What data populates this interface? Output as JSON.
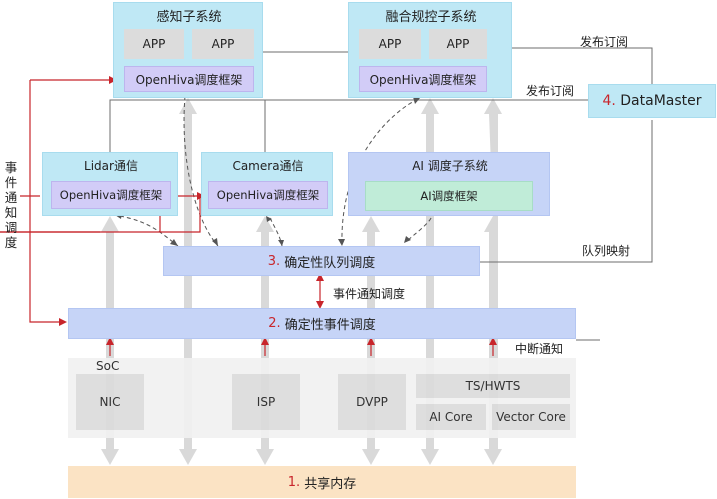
{
  "perception": {
    "title": "感知子系统",
    "app1": "APP",
    "app2": "APP",
    "framework": "OpenHiva调度框架"
  },
  "fusion": {
    "title": "融合规控子系统",
    "app1": "APP",
    "app2": "APP",
    "framework": "OpenHiva调度框架"
  },
  "lidar": {
    "title": "Lidar通信",
    "framework": "OpenHiva调度框架"
  },
  "camera": {
    "title": "Camera通信",
    "framework": "OpenHiva调度框架"
  },
  "ai": {
    "title": "AI 调度子系统",
    "framework": "AI调度框架"
  },
  "datamaster": {
    "number": "4.",
    "label": "DataMaster"
  },
  "queue": {
    "number": "3.",
    "label": "确定性队列调度"
  },
  "event": {
    "number": "2.",
    "label": "确定性事件调度"
  },
  "memory": {
    "number": "1.",
    "label": "共享内存"
  },
  "soc": {
    "label": "SoC",
    "nic": "NIC",
    "isp": "ISP",
    "dvpp": "DVPP",
    "ts": "TS/HWTS",
    "aicore": "AI Core",
    "vectorcore": "Vector Core"
  },
  "annotations": {
    "pubsub_top": "发布订阅",
    "pubsub_mid": "发布订阅",
    "queue_mapping": "队列映射",
    "event_notify_sched": "事件通知调度",
    "interrupt_notify": "中断通知",
    "event_notify_vertical": [
      "事",
      "件",
      "通",
      "知",
      "调",
      "度"
    ]
  },
  "colors": {
    "accent_red": "#c8252b",
    "cyan": "#bfe8f5",
    "blue": "#c6d4f7",
    "gray_arrow": "#d9d9d9"
  }
}
